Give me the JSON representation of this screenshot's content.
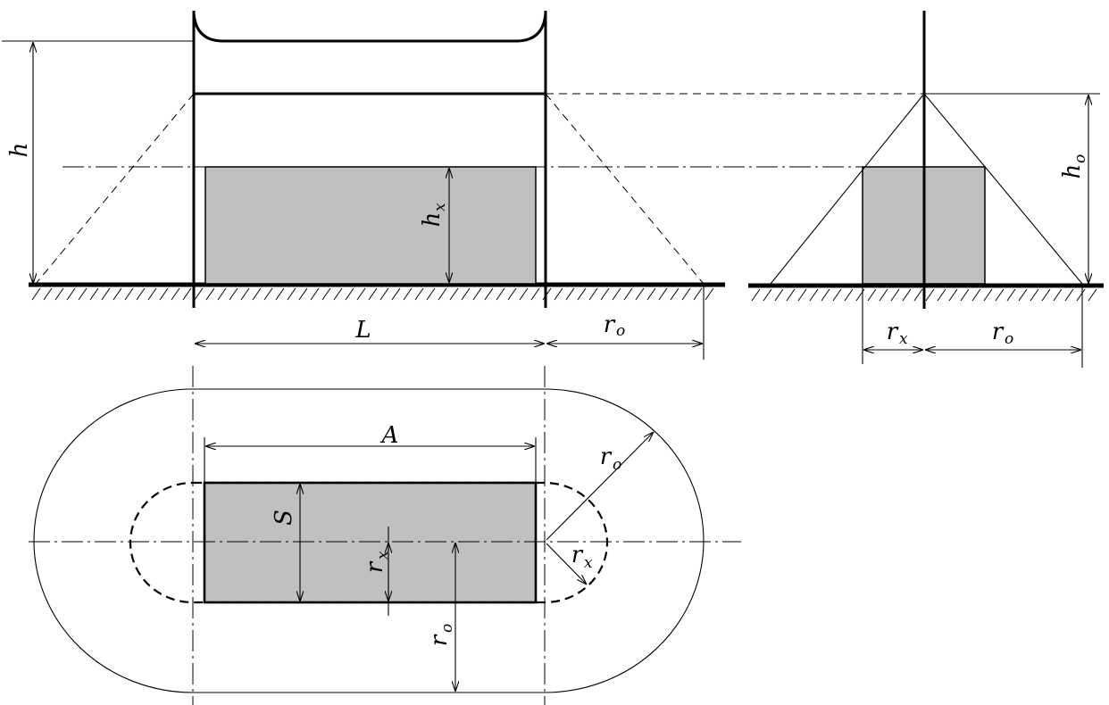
{
  "labels": {
    "h": "h",
    "h_x": "h",
    "h_x_sub": "x",
    "h_o": "h",
    "h_o_sub": "o",
    "L": "L",
    "r_o_front": "r",
    "r_o_front_sub": "o",
    "r_x_side": "r",
    "r_x_side_sub": "x",
    "r_o_side": "r",
    "r_o_side_sub": "o",
    "A": "A",
    "S": "S",
    "r_o_plan_diag": "r",
    "r_o_plan_diag_sub": "o",
    "r_x_plan_diag": "r",
    "r_x_plan_diag_sub": "x",
    "r_x_plan_vert": "r",
    "r_x_plan_vert_sub": "x",
    "r_o_plan_vert": "r",
    "r_o_plan_vert_sub": "o"
  }
}
